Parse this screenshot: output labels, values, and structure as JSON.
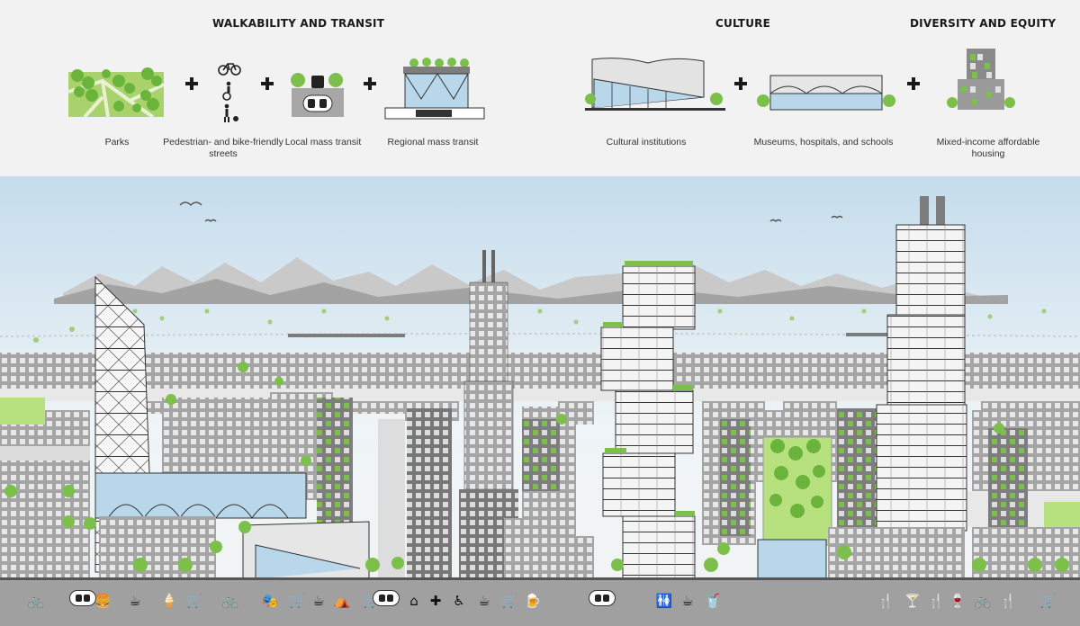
{
  "categories": [
    {
      "title": "WALKABILITY AND TRANSIT"
    },
    {
      "title": "CULTURE"
    },
    {
      "title": "DIVERSITY AND EQUITY"
    }
  ],
  "items": [
    {
      "caption": "Parks",
      "icon": "park-icon"
    },
    {
      "caption": "Pedestrian- and bike-friendly streets",
      "icon": "pedestrian-bike-icon"
    },
    {
      "caption": "Local mass transit",
      "icon": "local-transit-icon"
    },
    {
      "caption": "Regional mass transit",
      "icon": "regional-transit-icon"
    },
    {
      "caption": "Cultural institutions",
      "icon": "cultural-institution-icon"
    },
    {
      "caption": "Museums, hospitals, and schools",
      "icon": "museum-icon"
    },
    {
      "caption": "Mixed-income affordable housing",
      "icon": "housing-icon"
    }
  ],
  "colors": {
    "green": "#7cc04b",
    "gray": "#a9a9a9",
    "darkgray": "#7d7d7d",
    "sky": "#cfe2ee",
    "glass": "#b9d7ea",
    "ground": "#9f9f9f"
  },
  "amenities": [
    {
      "icon": "bike-icon",
      "glyph": "🚲"
    },
    {
      "icon": "bus-icon",
      "glyph": ""
    },
    {
      "icon": "food-icon",
      "glyph": "🍔"
    },
    {
      "icon": "coffee-icon",
      "glyph": "☕"
    },
    {
      "icon": "icecream-icon",
      "glyph": "🍦"
    },
    {
      "icon": "cart-icon",
      "glyph": "🛒"
    },
    {
      "icon": "bike-icon",
      "glyph": "🚲"
    },
    {
      "icon": "theater-icon",
      "glyph": "🎭"
    },
    {
      "icon": "cart-icon",
      "glyph": "🛒"
    },
    {
      "icon": "coffee-icon",
      "glyph": "☕"
    },
    {
      "icon": "picnic-icon",
      "glyph": "⛺"
    },
    {
      "icon": "cart-icon",
      "glyph": "🛒"
    },
    {
      "icon": "home-icon",
      "glyph": "⌂"
    },
    {
      "icon": "hospital-icon",
      "glyph": "✚"
    },
    {
      "icon": "wheelchair-icon",
      "glyph": "♿"
    },
    {
      "icon": "coffee-icon",
      "glyph": "☕"
    },
    {
      "icon": "cart-icon",
      "glyph": "🛒"
    },
    {
      "icon": "beer-icon",
      "glyph": "🍺"
    },
    {
      "icon": "restroom-icon",
      "glyph": "🚻"
    },
    {
      "icon": "coffee-icon",
      "glyph": "☕"
    },
    {
      "icon": "drink-icon",
      "glyph": "🥤"
    },
    {
      "icon": "dining-icon",
      "glyph": "🍴"
    },
    {
      "icon": "cocktail-icon",
      "glyph": "🍸"
    },
    {
      "icon": "dining-icon",
      "glyph": "🍴"
    },
    {
      "icon": "wine-icon",
      "glyph": "🍷"
    },
    {
      "icon": "bike-icon",
      "glyph": "🚲"
    },
    {
      "icon": "dining-icon",
      "glyph": "🍴"
    },
    {
      "icon": "cart-icon",
      "glyph": "🛒"
    }
  ]
}
